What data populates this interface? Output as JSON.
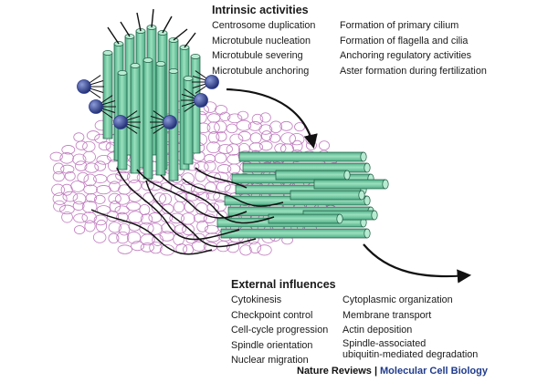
{
  "intrinsic": {
    "heading": "Intrinsic activities",
    "left": [
      "Centrosome duplication",
      "Microtubule nucleation",
      "Microtubule severing",
      "Microtubule anchoring"
    ],
    "right": [
      "Formation of primary cilium",
      "Formation of flagella and cilia",
      "Anchoring regulatory activities",
      "Aster formation during fertilization"
    ]
  },
  "external": {
    "heading": "External influences",
    "left": [
      "Cytokinesis",
      "Checkpoint control",
      "Cell-cycle progression",
      "Spindle orientation",
      "Nuclear migration"
    ],
    "right": [
      "Cytoplasmic organization",
      "Membrane transport",
      "Actin deposition",
      "Spindle-associated",
      "ubiquitin-mediated degradation"
    ]
  },
  "credit": {
    "journal": "Nature Reviews",
    "separator": "|",
    "subject": "Molecular Cell Biology"
  },
  "colors": {
    "cylinder_fill": "#7fd0a8",
    "cylinder_dark": "#3e9c74",
    "cylinder_stroke": "#1e5a42",
    "pcm_outline": "#c07bbf",
    "appendage": "#2a3a8c",
    "credit_subject": "#1f3b8c"
  }
}
